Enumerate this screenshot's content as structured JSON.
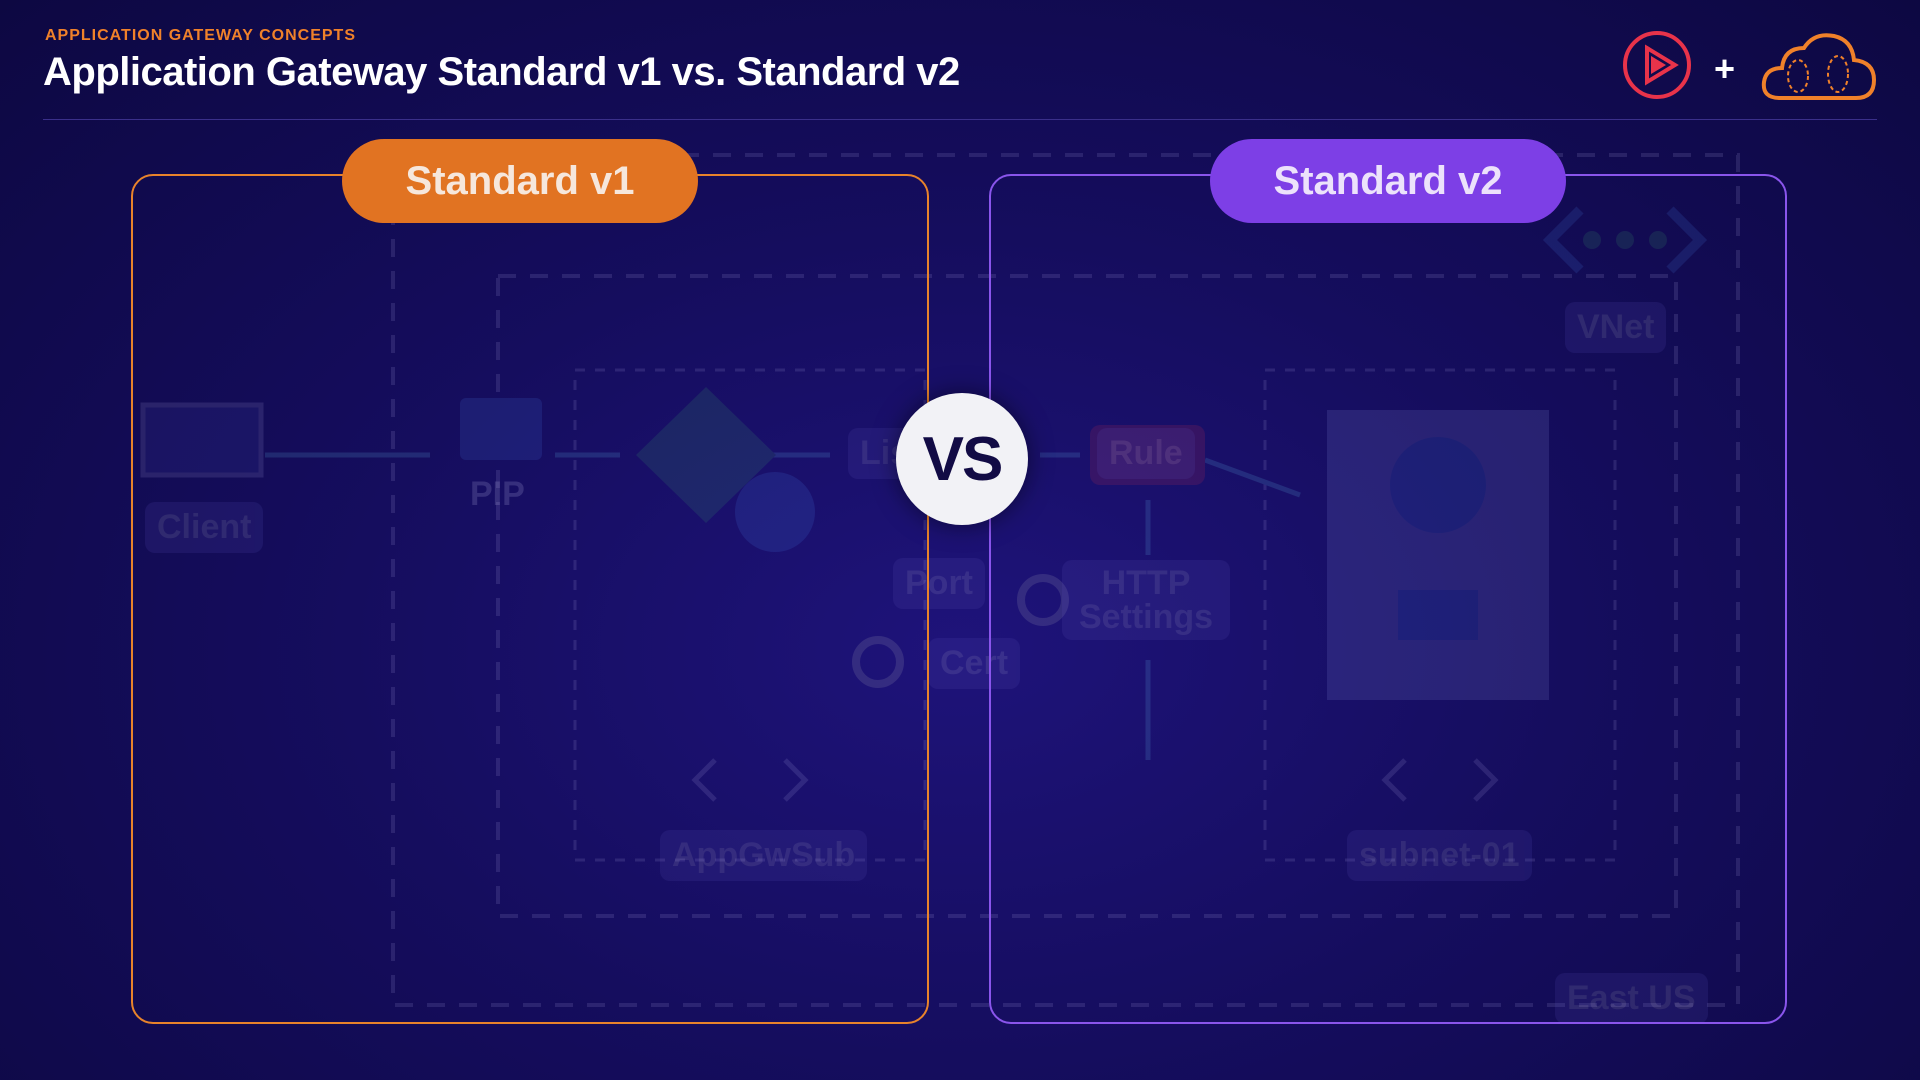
{
  "header": {
    "kicker": "APPLICATION GATEWAY CONCEPTS",
    "title": "Application Gateway Standard v1 vs. Standard v2"
  },
  "comparison": {
    "left_label": "Standard v1",
    "right_label": "Standard v2",
    "vs_label": "VS"
  },
  "background_diagram": {
    "labels": {
      "client": "Client",
      "pip": "PIP",
      "listener": "Lis",
      "rule": "Rule",
      "port": "Port",
      "cert": "Cert",
      "http_settings": "HTTP Settings",
      "vnet": "VNet",
      "app_subnet": "AppGwSub",
      "subnet": "subnet-01",
      "region": "East US"
    }
  },
  "colors": {
    "accent_orange": "#e8832b",
    "accent_purple": "#8a55ec",
    "background": "#150d5e",
    "brand_red": "#e8334a"
  },
  "icons": {
    "pluralsight": "play-triangle-icon",
    "plus": "plus-icon",
    "cloud": "cloud-icon"
  }
}
